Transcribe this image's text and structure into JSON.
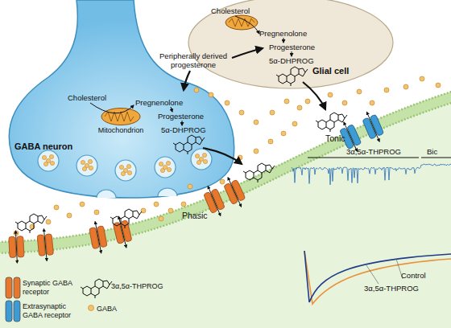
{
  "diagram": {
    "nodes": [
      {
        "text": [
          "GABA neuron"
        ]
      },
      {
        "text": [
          "Mitochondrion"
        ],
        "in": 0
      },
      {
        "text": [
          "Glial cell"
        ]
      }
    ],
    "labels": [
      "Cholesterol",
      "Pregnenolone",
      "Progesterone",
      "5α-DHPROG",
      "Cholesterol",
      "Pregnenolone",
      "Progesterone",
      "5α-DHPROG",
      "Peripherally derived progesterone",
      "Tonic",
      "Phasic",
      "3α,5α-THPROG",
      "Bic",
      "Control",
      "3α,5α-THPROG"
    ],
    "legend": [
      {
        "text": "Synaptic GABA receptor",
        "color": "#e8772e"
      },
      {
        "text": "Extrasynaptic GABA receptor",
        "color": "#3d9bd6"
      },
      {
        "text": "3α,5α-THPROG"
      },
      {
        "text": "GABA",
        "color": "#f5c36b"
      }
    ]
  }
}
